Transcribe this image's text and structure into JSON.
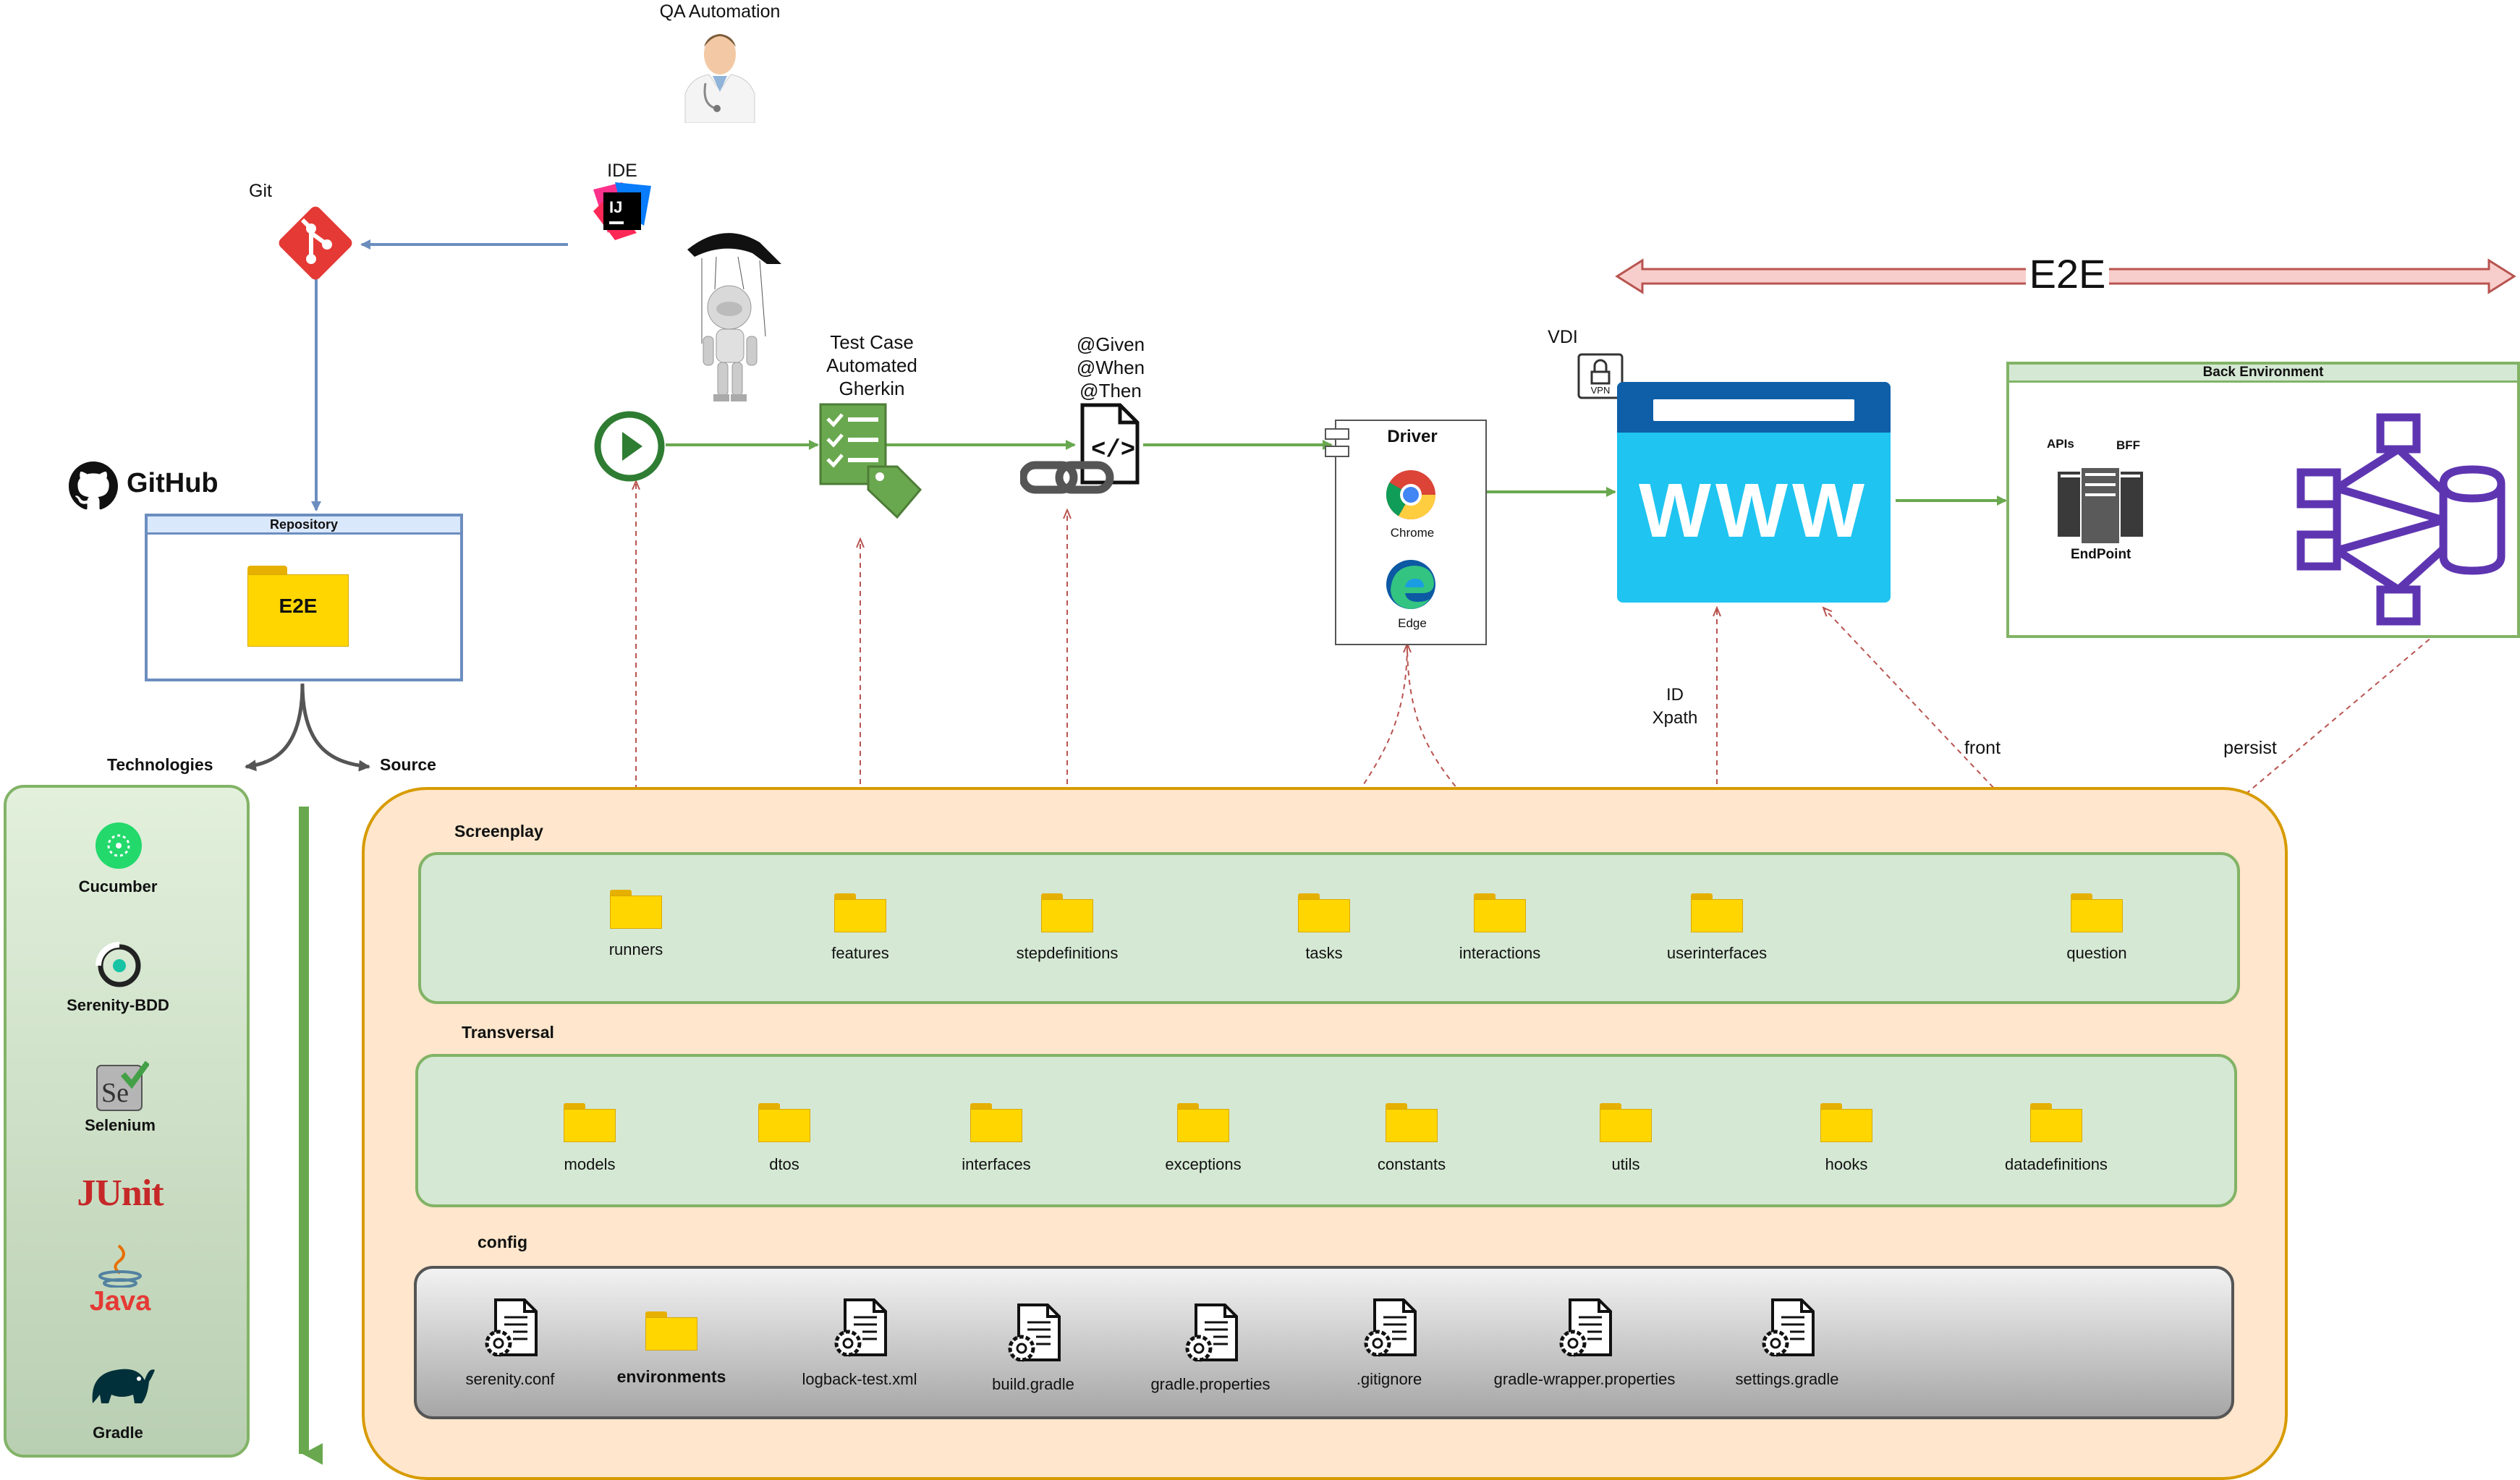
{
  "actors": {
    "qa": "QA Automation",
    "ide": "IDE",
    "git": "Git",
    "github": "GitHub",
    "repository": "Repository",
    "repo_folder": "E2E",
    "vdi": "VDI",
    "vpn": "VPN"
  },
  "branches": {
    "technologies": "Technologies",
    "source": "Source"
  },
  "flow": {
    "test_case": [
      "Test Case",
      "Automated",
      "Gherkin"
    ],
    "gherkin": [
      "@Given",
      "@When",
      "@Then"
    ],
    "driver_title": "Driver",
    "drivers": [
      "Chrome",
      "Edge"
    ],
    "www": "WWW",
    "locator": [
      "ID",
      "Xpath"
    ],
    "e2e": "E2E",
    "back_env": "Back Environment",
    "apis": "APIs",
    "bff": "BFF",
    "endpoint": "EndPoint",
    "front": "front",
    "persist": "persist"
  },
  "technologies": [
    "Cucumber",
    "Serenity-BDD",
    "Selenium",
    "JUnit",
    "Java",
    "Gradle"
  ],
  "screenplay": {
    "title": "Screenplay",
    "folders": [
      "runners",
      "features",
      "stepdefinitions",
      "tasks",
      "interactions",
      "userinterfaces",
      "question"
    ]
  },
  "transversal": {
    "title": "Transversal",
    "folders": [
      "models",
      "dtos",
      "interfaces",
      "exceptions",
      "constants",
      "utils",
      "hooks",
      "datadefinitions"
    ]
  },
  "config": {
    "title": "config",
    "items": [
      "serenity.conf",
      "environments",
      "logback-test.xml",
      "build.gradle",
      "gradle.properties",
      ".gitignore",
      "gradle-wrapper.properties",
      "settings.gradle"
    ]
  },
  "colors": {
    "green_line": "#6aa84f",
    "blue_line": "#6c8ebf",
    "red_dash": "#b85450",
    "panel_green": "#d5e8d4",
    "panel_border_green": "#82b366",
    "orange_fill": "#ffe6cc",
    "orange_border": "#d79b00",
    "config_gray": "#b3b3b3",
    "www_blue": "#1fc4f0",
    "www_dark": "#0f5ea8",
    "git_red": "#e53935",
    "purple": "#5e35b1"
  }
}
